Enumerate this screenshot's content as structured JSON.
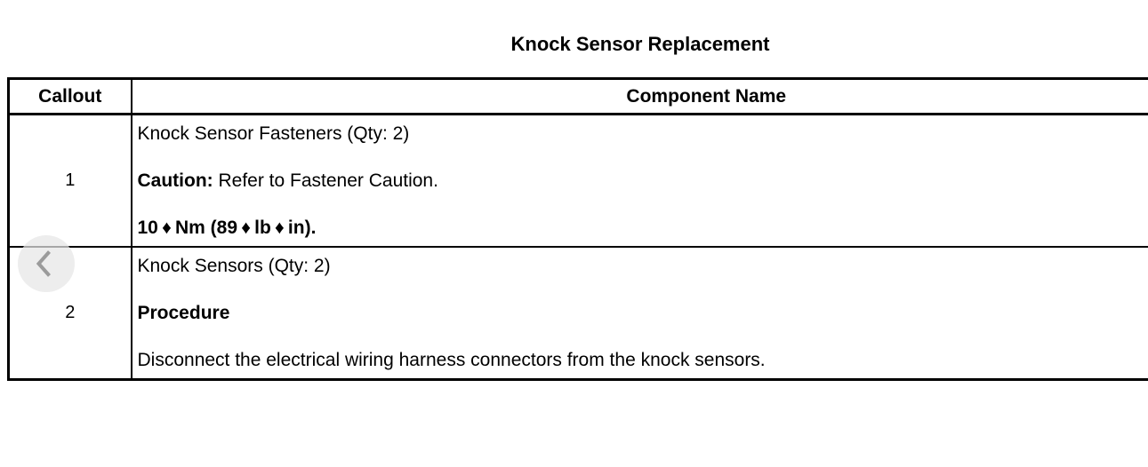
{
  "page": {
    "title": "Knock Sensor Replacement",
    "background_color": "#ffffff"
  },
  "table": {
    "headers": [
      {
        "label": "Callout"
      },
      {
        "label": "Component Name"
      }
    ],
    "rows": [
      {
        "callout": "1",
        "paragraphs": [
          [
            {
              "bold": false,
              "text": "Knock Sensor Fasteners (Qty: 2)"
            }
          ],
          [
            {
              "bold": true,
              "text": "Caution:"
            },
            {
              "bold": false,
              "text": " Refer to Fastener Caution."
            }
          ],
          [
            {
              "bold": true,
              "text": "10 ♦ Nm (89 ♦ lb ♦ in)."
            }
          ]
        ]
      },
      {
        "callout": "2",
        "paragraphs": [
          [
            {
              "bold": false,
              "text": "Knock Sensors (Qty: 2)"
            }
          ],
          [
            {
              "bold": true,
              "text": "Procedure"
            }
          ],
          [
            {
              "bold": false,
              "text": "Disconnect the electrical wiring harness connectors from the knock sensors."
            }
          ]
        ]
      }
    ],
    "border_color": "#000000",
    "text_color": "#000000"
  },
  "nav": {
    "prev_button": {
      "icon": "chevron-left",
      "circle_color": "#efefef",
      "chevron_color": "#9b9b9b"
    }
  }
}
